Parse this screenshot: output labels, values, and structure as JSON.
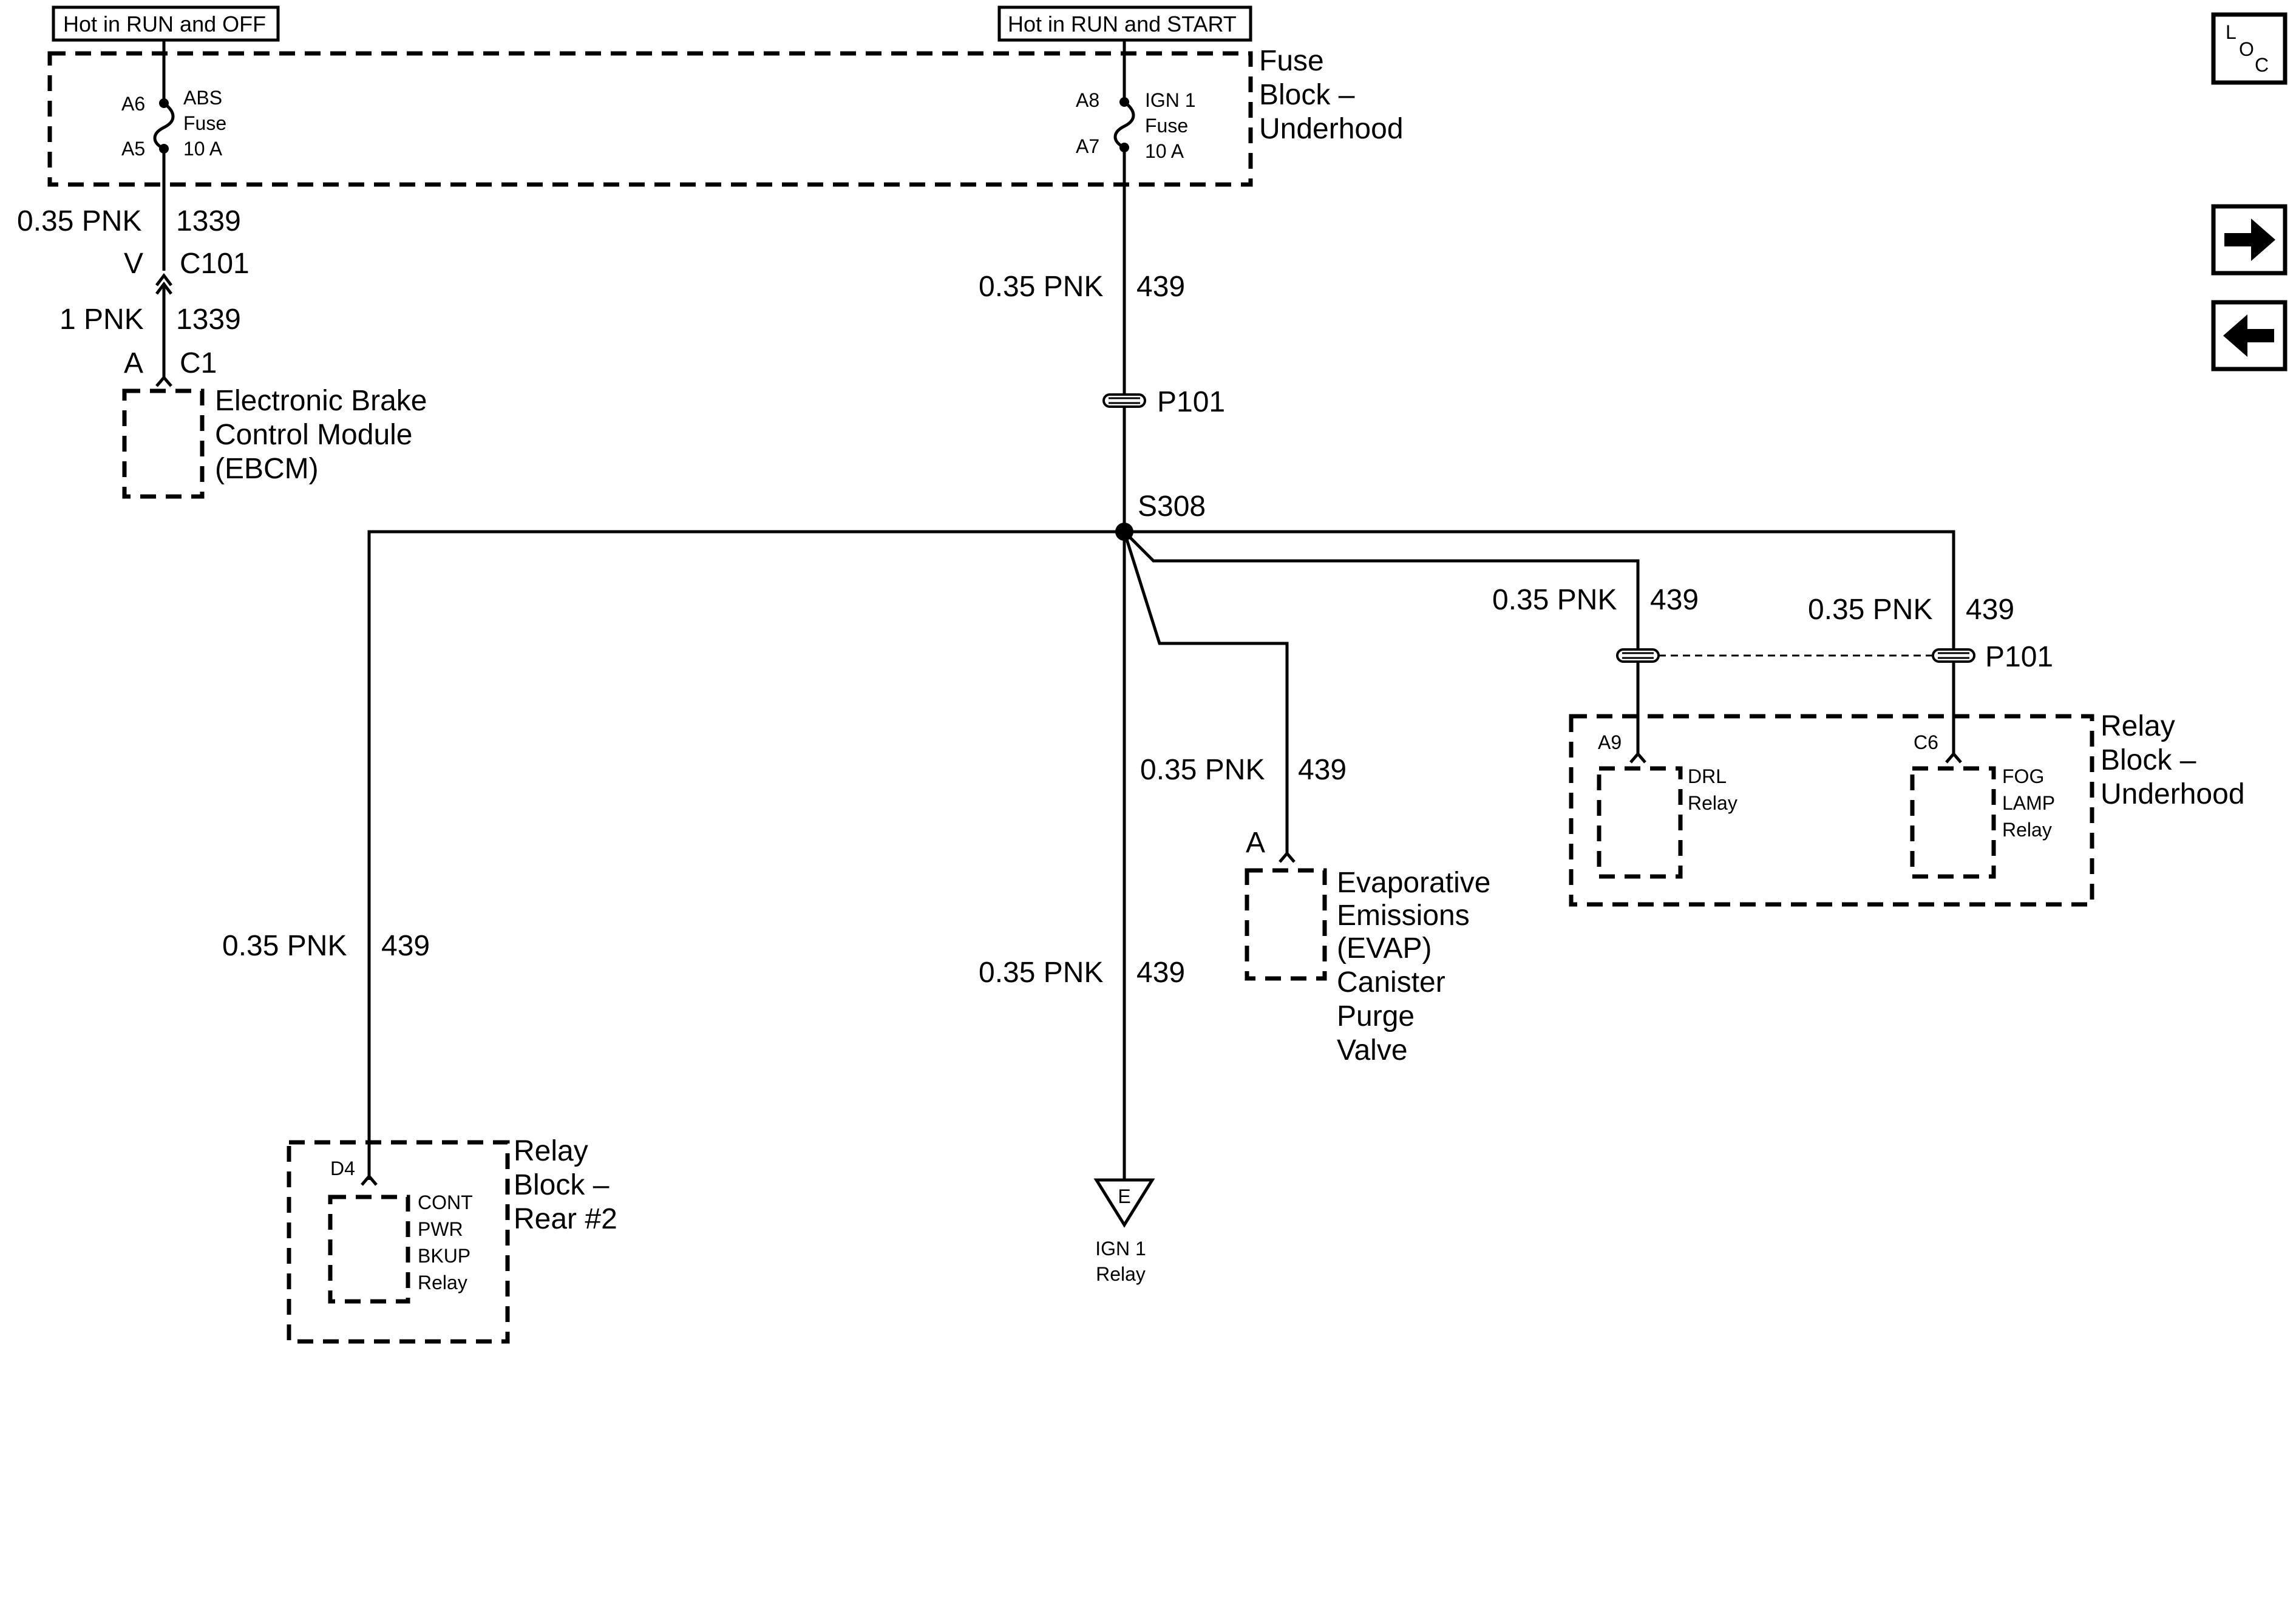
{
  "power": {
    "hot_run_off": "Hot in RUN and OFF",
    "hot_run_start": "Hot in RUN and START"
  },
  "fuse_block": {
    "label_line1": "Fuse",
    "label_line2": "Block –",
    "label_line3": "Underhood",
    "abs_fuse": {
      "pin_in": "A6",
      "pin_out": "A5",
      "line1": "ABS",
      "line2": "Fuse",
      "line3": "10 A"
    },
    "ign1_fuse": {
      "pin_in": "A8",
      "pin_out": "A7",
      "line1": "IGN 1",
      "line2": "Fuse",
      "line3": "10 A"
    }
  },
  "ebcm_branch": {
    "wire_top_gauge": "0.35 PNK",
    "wire_top_circuit": "1339",
    "connector_pin": "V",
    "connector": "C101",
    "wire_bottom_gauge": "1 PNK",
    "wire_bottom_circuit": "1339",
    "module_pin": "A",
    "module_connector": "C1",
    "module_line1": "Electronic Brake",
    "module_line2": "Control Module",
    "module_line3": "(EBCM)"
  },
  "ign_branch": {
    "wire_gauge": "0.35 PNK",
    "wire_circuit": "439",
    "pass_through": "P101",
    "splice": "S308"
  },
  "rear_relay_branch": {
    "wire_gauge": "0.35 PNK",
    "wire_circuit": "439",
    "pin": "D4",
    "relay_line1": "CONT",
    "relay_line2": "PWR",
    "relay_line3": "BKUP",
    "relay_line4": "Relay",
    "block_line1": "Relay",
    "block_line2": "Block –",
    "block_line3": "Rear #2"
  },
  "ign_relay_branch": {
    "wire_gauge": "0.35 PNK",
    "wire_circuit": "439",
    "ground_letter": "E",
    "relay_line1": "IGN 1",
    "relay_line2": "Relay"
  },
  "evap_branch": {
    "wire_gauge": "0.35 PNK",
    "wire_circuit": "439",
    "pin": "A",
    "line1": "Evaporative",
    "line2": "Emissions",
    "line3": "(EVAP)",
    "line4": "Canister",
    "line5": "Purge",
    "line6": "Valve"
  },
  "drl_branch": {
    "wire_gauge": "0.35 PNK",
    "wire_circuit": "439",
    "pin": "A9",
    "relay_line1": "DRL",
    "relay_line2": "Relay"
  },
  "fog_branch": {
    "wire_gauge": "0.35 PNK",
    "wire_circuit": "439",
    "pass_through": "P101",
    "pin": "C6",
    "relay_line1": "FOG",
    "relay_line2": "LAMP",
    "relay_line3": "Relay"
  },
  "relay_block_underhood": {
    "line1": "Relay",
    "line2": "Block –",
    "line3": "Underhood"
  },
  "nav": {
    "loc_l": "L",
    "loc_o": "O",
    "loc_c": "C"
  }
}
